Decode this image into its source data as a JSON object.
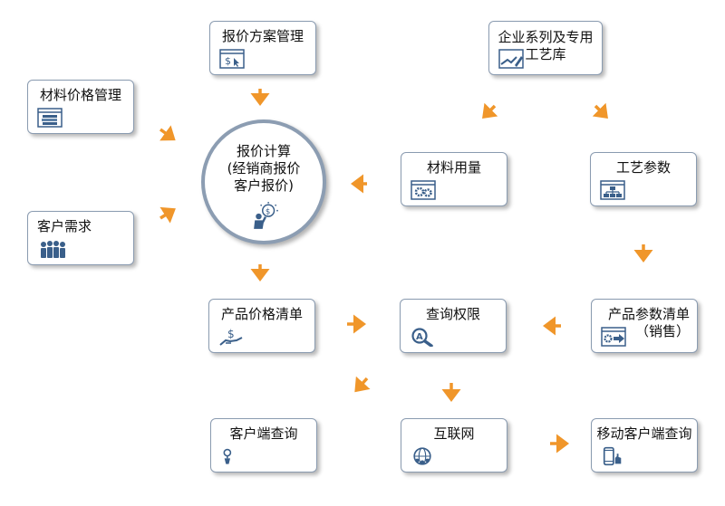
{
  "nodes": {
    "scheme_mgmt": "报价方案管理",
    "enterprise_lib": "企业系列及专用\n工艺库",
    "material_price": "材料价格管理",
    "customer_needs": "客户需求",
    "quote_calc": "报价计算\n(经销商报价\n客户报价)",
    "material_usage": "材料用量",
    "process_params": "工艺参数",
    "product_price_list": "产品价格清单",
    "query_permission": "查询权限",
    "product_param_list": "产品参数清单\n（销售）",
    "client_query": "客户端查询",
    "internet": "互联网",
    "mobile_query": "移动客户端查询"
  },
  "colors": {
    "arrow": "#f0962a",
    "border": "#8a9bb0",
    "icon": "#3a5f8a"
  }
}
